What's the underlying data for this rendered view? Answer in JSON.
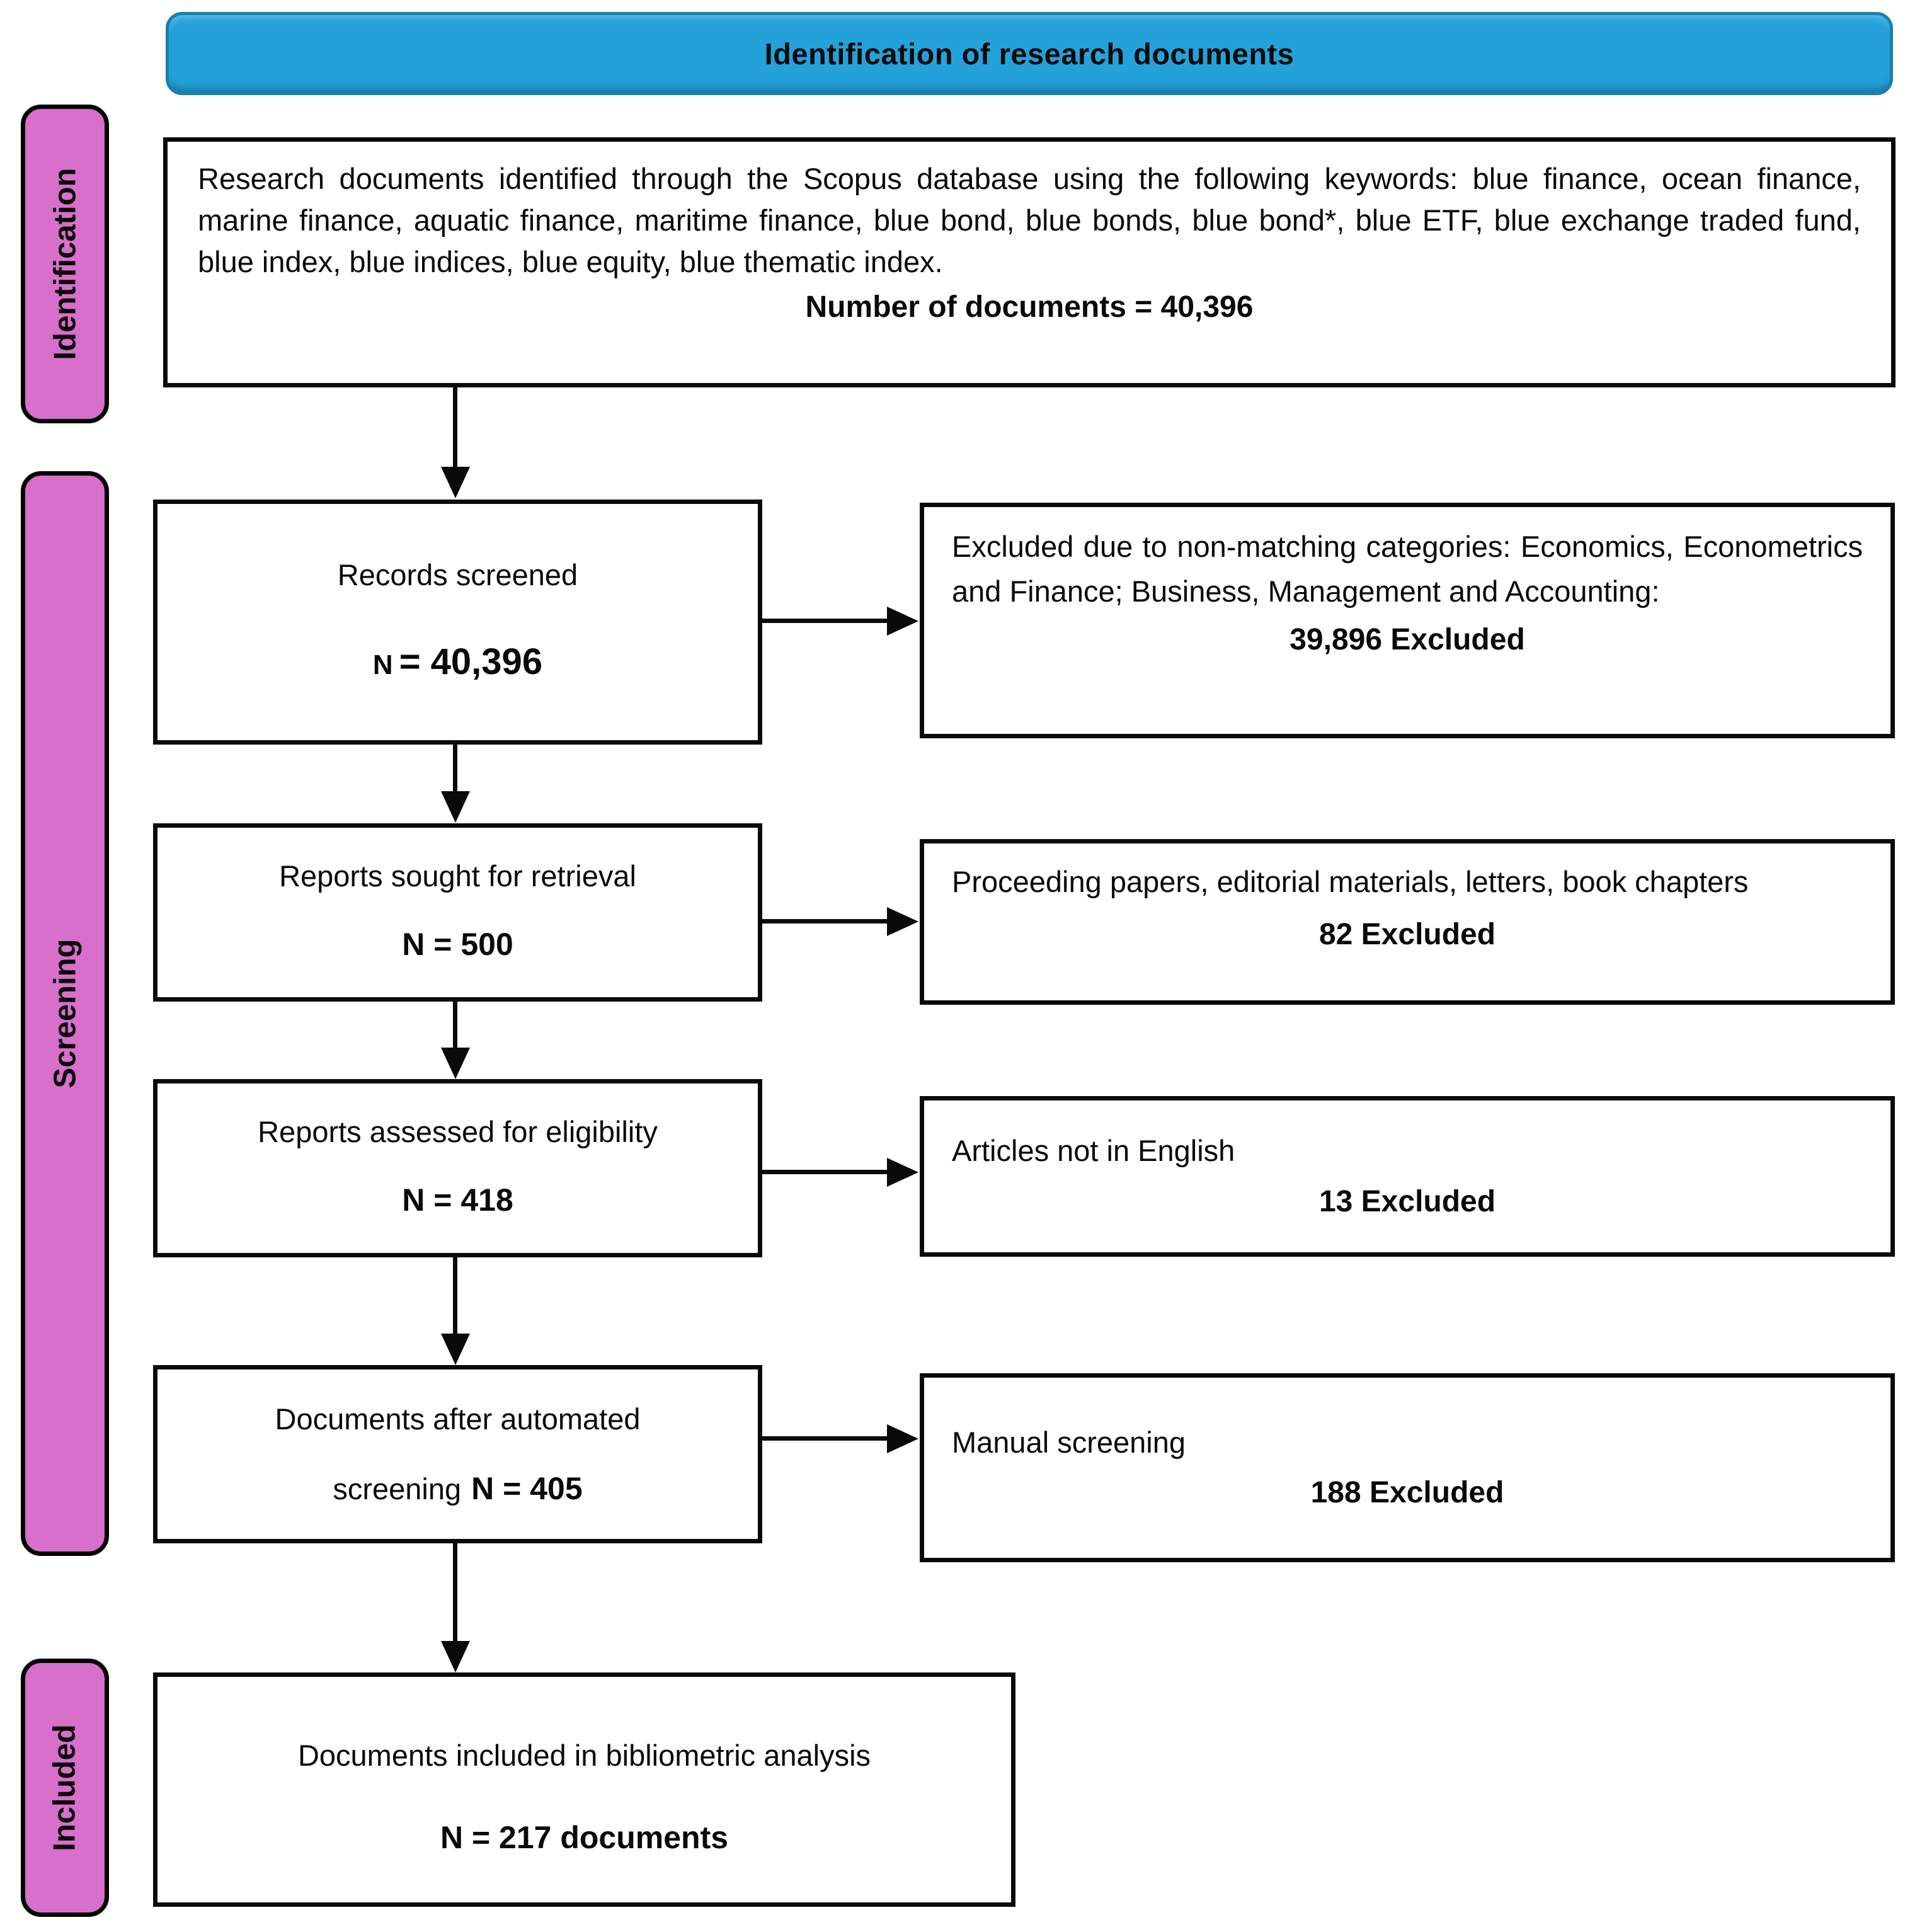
{
  "colors": {
    "header_blue": "#23A2D9",
    "header_border": "#1780AC",
    "sidebar_pink": "#D76FCB",
    "ink": "#0a0a0a"
  },
  "header": {
    "title": "Identification of research documents"
  },
  "sidebar": {
    "identification": "Identification",
    "screening": "Screening",
    "included": "Included"
  },
  "identification_box": {
    "body": "Research documents identified through the Scopus database using the following keywords: blue finance, ocean finance, marine finance, aquatic finance, maritime finance, blue bond, blue bonds, blue bond*, blue ETF, blue exchange traded fund, blue index, blue indices, blue equity, blue thematic index.",
    "count": "Number of documents = 40,396"
  },
  "flow": {
    "records": {
      "title": "Records screened",
      "n_label": "N",
      "n_value": "= 40,396"
    },
    "sought": {
      "title": "Reports sought for retrieval",
      "n": "N = 500"
    },
    "assessed": {
      "title": "Reports assessed for eligibility",
      "n": "N = 418"
    },
    "automated": {
      "line1": "Documents after automated",
      "line2_text": "screening",
      "line2_bold": "N = 405"
    },
    "included": {
      "title": "Documents included in bibliometric analysis",
      "n": "N = 217 documents"
    }
  },
  "exclusions": {
    "categories": {
      "reason": "Excluded due to non-matching categories: Economics, Econometrics and Finance; Business, Management and Accounting:",
      "count": "39,896 Excluded"
    },
    "doc_types": {
      "reason": "Proceeding papers, editorial materials, letters, book chapters",
      "count": "82 Excluded"
    },
    "language": {
      "reason": "Articles not in English",
      "count": "13 Excluded"
    },
    "manual": {
      "reason": "Manual screening",
      "count": "188 Excluded"
    }
  }
}
